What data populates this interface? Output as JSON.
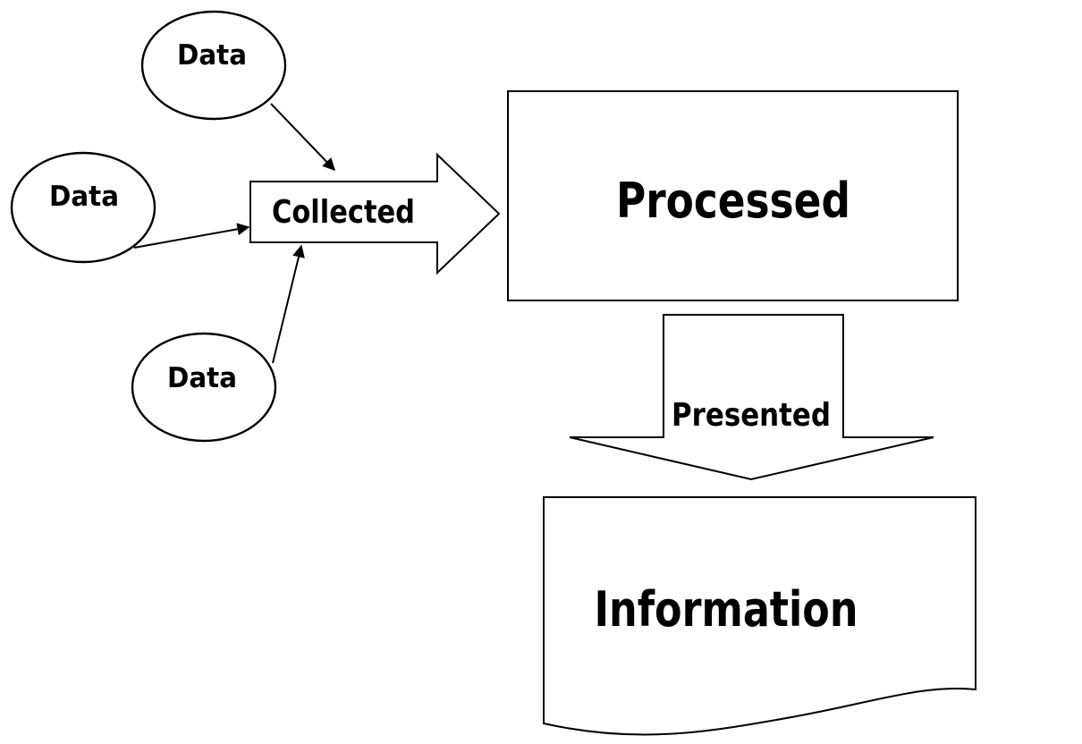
{
  "diagram": {
    "background": "#ffffff",
    "stroke_color": "#000000",
    "text_color": "#000000",
    "nodes": {
      "data_top": {
        "label": "Data",
        "shape": "ellipse"
      },
      "data_left": {
        "label": "Data",
        "shape": "ellipse"
      },
      "data_bottom": {
        "label": "Data",
        "shape": "ellipse"
      },
      "collected": {
        "label": "Collected",
        "shape": "right-arrow"
      },
      "processed": {
        "label": "Processed",
        "shape": "rectangle"
      },
      "presented": {
        "label": "Presented",
        "shape": "down-arrow"
      },
      "information": {
        "label": "Information",
        "shape": "document"
      }
    },
    "edges": [
      {
        "from": "data_top",
        "to": "collected"
      },
      {
        "from": "data_left",
        "to": "collected"
      },
      {
        "from": "data_bottom",
        "to": "collected"
      },
      {
        "from": "collected",
        "to": "processed"
      },
      {
        "from": "processed",
        "to": "information",
        "via": "presented"
      }
    ]
  }
}
